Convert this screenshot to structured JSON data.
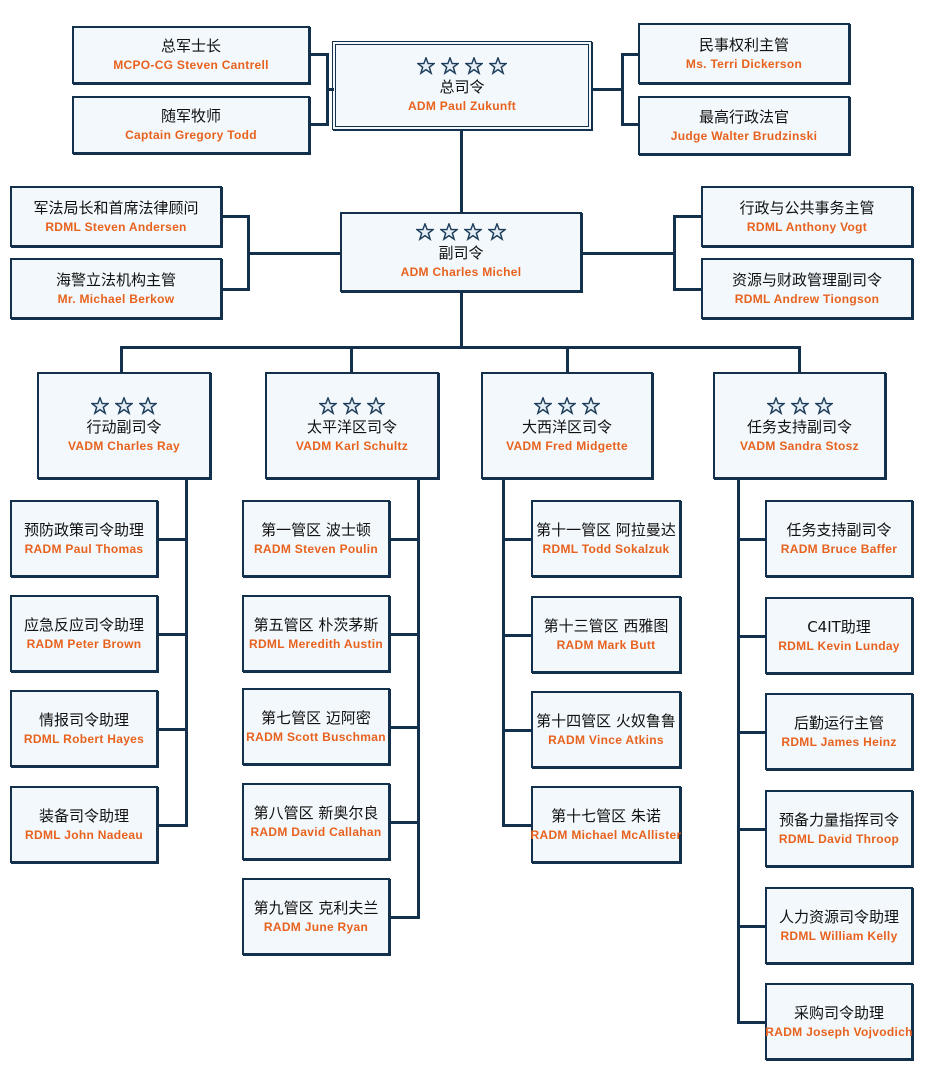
{
  "top": {
    "commandant": {
      "stars": 4,
      "title": "总司令",
      "name": "ADM Paul Zukunft"
    },
    "left": [
      {
        "title": "总军士长",
        "name": "MCPO-CG Steven Cantrell"
      },
      {
        "title": "随军牧师",
        "name": "Captain Gregory Todd"
      }
    ],
    "right": [
      {
        "title": "民事权利主管",
        "name": "Ms. Terri Dickerson"
      },
      {
        "title": "最高行政法官",
        "name": "Judge Walter Brudzinski"
      }
    ]
  },
  "second": {
    "vice": {
      "stars": 4,
      "title": "副司令",
      "name": "ADM Charles Michel"
    },
    "left": [
      {
        "title": "军法局长和首席法律顾问",
        "name": "RDML Steven Andersen"
      },
      {
        "title": "海警立法机构主管",
        "name": "Mr. Michael Berkow"
      }
    ],
    "right": [
      {
        "title": "行政与公共事务主管",
        "name": "RDML Anthony Vogt"
      },
      {
        "title": "资源与财政管理副司令",
        "name": "RDML Andrew Tiongson"
      }
    ]
  },
  "columns": [
    {
      "head": {
        "stars": 3,
        "title": "行动副司令",
        "name": "VADM Charles Ray"
      },
      "items": [
        {
          "title": "预防政策司令助理",
          "name": "RADM Paul Thomas"
        },
        {
          "title": "应急反应司令助理",
          "name": "RADM Peter Brown"
        },
        {
          "title": "情报司令助理",
          "name": "RDML Robert Hayes"
        },
        {
          "title": "装备司令助理",
          "name": "RDML John Nadeau"
        }
      ]
    },
    {
      "head": {
        "stars": 3,
        "title": "太平洋区司令",
        "name": "VADM Karl Schultz"
      },
      "items": [
        {
          "title": "第一管区 波士顿",
          "name": "RADM Steven Poulin"
        },
        {
          "title": "第五管区 朴茨茅斯",
          "name": "RDML Meredith Austin"
        },
        {
          "title": "第七管区 迈阿密",
          "name": "RADM Scott Buschman"
        },
        {
          "title": "第八管区 新奥尔良",
          "name": "RADM David Callahan"
        },
        {
          "title": "第九管区 克利夫兰",
          "name": "RADM June Ryan"
        }
      ]
    },
    {
      "head": {
        "stars": 3,
        "title": "大西洋区司令",
        "name": "VADM Fred Midgette"
      },
      "items": [
        {
          "title": "第十一管区 阿拉曼达",
          "name": "RDML Todd Sokalzuk"
        },
        {
          "title": "第十三管区 西雅图",
          "name": "RADM Mark Butt"
        },
        {
          "title": "第十四管区 火奴鲁鲁",
          "name": "RADM Vince Atkins"
        },
        {
          "title": "第十七管区 朱诺",
          "name": "RADM Michael McAllister"
        }
      ]
    },
    {
      "head": {
        "stars": 3,
        "title": "任务支持副司令",
        "name": "VADM Sandra Stosz"
      },
      "items": [
        {
          "title": "任务支持副司令",
          "name": "RADM Bruce Baffer"
        },
        {
          "title": "C4IT助理",
          "name": "RDML Kevin Lunday"
        },
        {
          "title": "后勤运行主管",
          "name": "RDML James Heinz"
        },
        {
          "title": "预备力量指挥司令",
          "name": "RDML David Throop"
        },
        {
          "title": "人力资源司令助理",
          "name": "RDML William Kelly"
        },
        {
          "title": "采购司令助理",
          "name": "RADM Joseph Vojvodich"
        }
      ]
    }
  ],
  "colors": {
    "line": "#13304d",
    "box_fill": "#f2f8fc",
    "name_text": "#e8621e",
    "star": "#1d3c5a"
  }
}
